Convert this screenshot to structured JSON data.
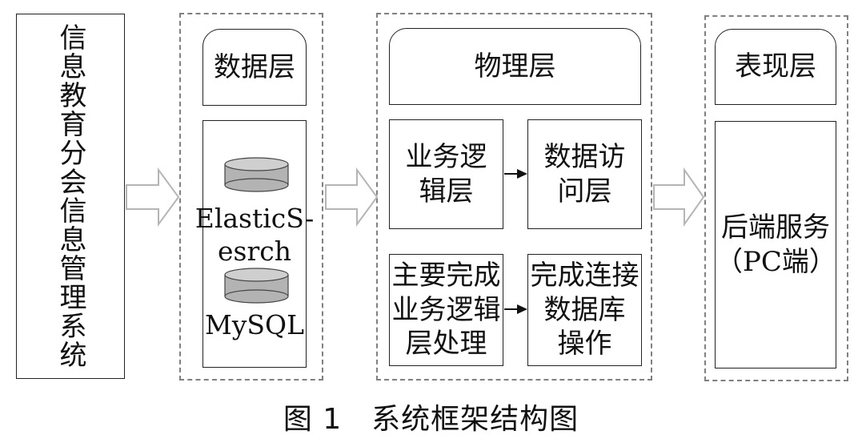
{
  "system": {
    "title": "信息教育分会信息管理系统"
  },
  "data_layer": {
    "header": "数据层",
    "db1": "ElasticS-\nesrch",
    "db2": "MySQL"
  },
  "physical_layer": {
    "header": "物理层",
    "business_logic": "业务逻\n辑层",
    "data_access": "数据访\n问层",
    "business_desc": "主要完成\n业务逻辑\n层处理",
    "access_desc": "完成连接\n数据库\n操作"
  },
  "presentation_layer": {
    "header": "表现层",
    "service": "后端服务\n（PC端）"
  },
  "caption": "图 1　系统框架结构图"
}
